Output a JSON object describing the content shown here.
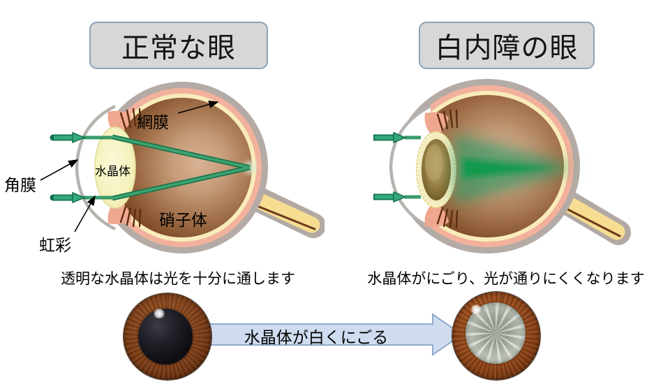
{
  "titles": {
    "normal": "正常な眼",
    "cataract": "白内障の眼"
  },
  "normal_eye": {
    "caption": "透明な水晶体は光を十分に通します",
    "labels": {
      "retina": "網膜",
      "cornea": "角膜",
      "iris": "虹彩",
      "lens": "水晶体",
      "vitreous": "硝子体"
    }
  },
  "cataract_eye": {
    "caption": "水晶体がにごり、光が通りにくくなります"
  },
  "transition": {
    "arrow_label": "水晶体が白くにごる"
  },
  "colors": {
    "title_box_fill": "#d7d7d7",
    "title_box_border": "#8ba2bb",
    "light_ray_green": "#2f9663",
    "light_ray_dark": "#17744c",
    "sclera_gray": "#b4aba6",
    "choroid_pink": "#f2b19c",
    "retina_cream": "#f8ecba",
    "vitreous_brown": "#8a5633",
    "lens_yellow": "#f6f3bd",
    "cataract_lens_olive": "#9c8448",
    "optic_nerve_yellow": "#f6dd92",
    "transition_arrow_fill": "#cfdcef",
    "transition_arrow_border": "#8fa9cc"
  }
}
